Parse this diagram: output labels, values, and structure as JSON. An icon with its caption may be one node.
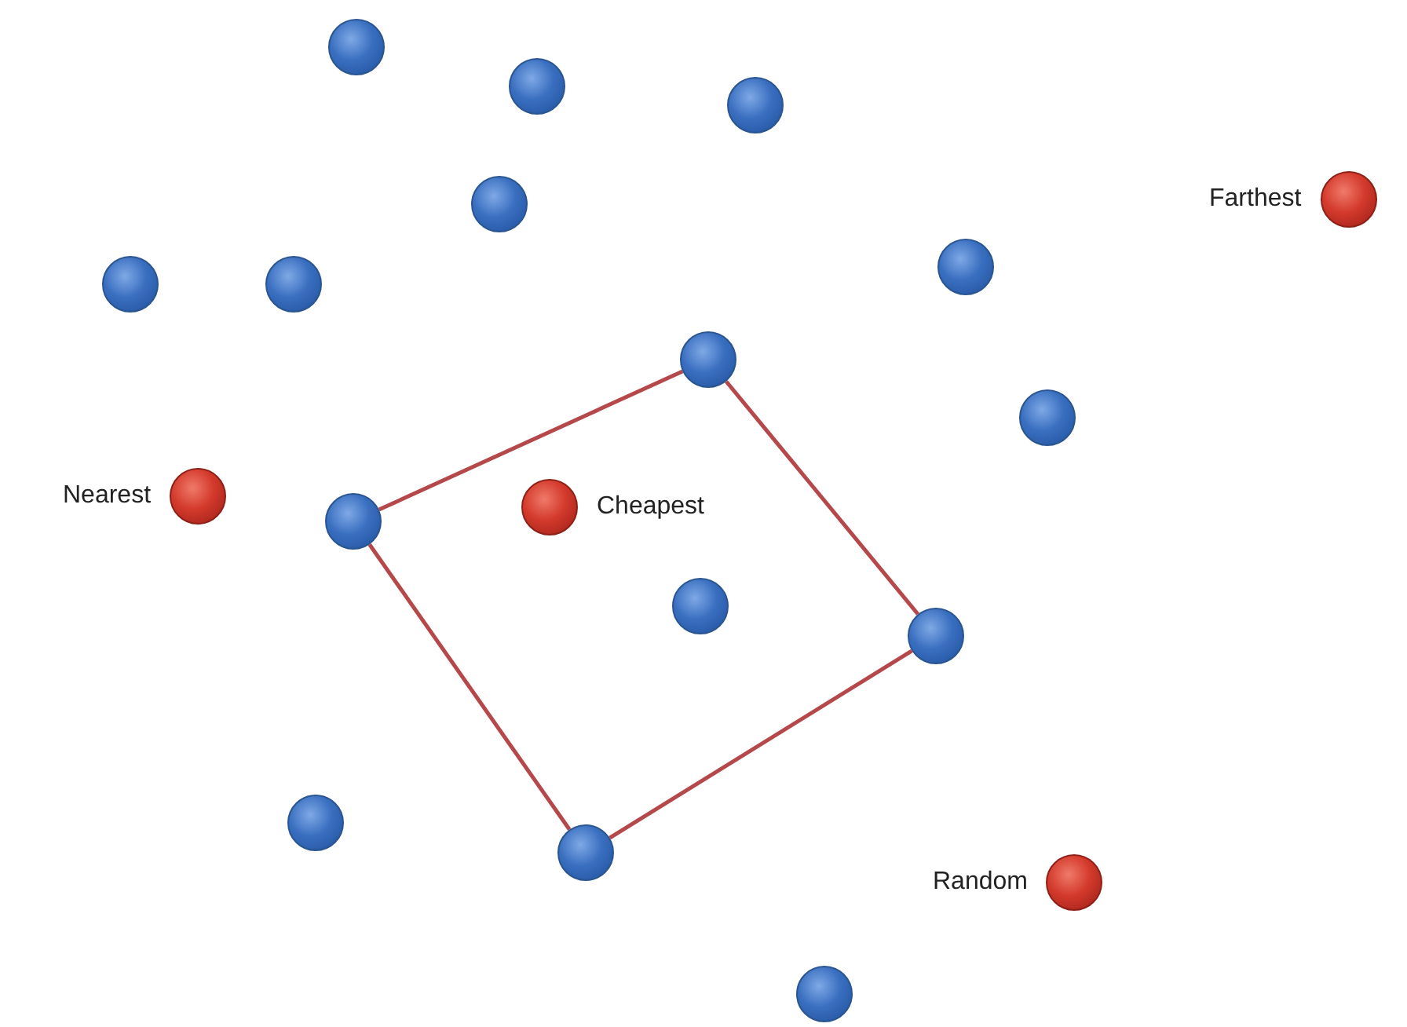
{
  "diagram": {
    "nodes": [
      {
        "text": [],
        "shape": "circle"
      },
      {
        "text": [],
        "shape": "circle"
      },
      {
        "text": [],
        "shape": "circle"
      },
      {
        "text": [],
        "shape": "circle",
        "beside": [
          "Farthest"
        ]
      },
      {
        "text": [],
        "shape": "circle"
      },
      {
        "text": [],
        "shape": "circle"
      },
      {
        "text": [],
        "shape": "circle"
      },
      {
        "text": [],
        "shape": "circle"
      },
      {
        "text": [],
        "shape": "circle"
      },
      {
        "text": [],
        "shape": "circle"
      },
      {
        "text": [],
        "shape": "circle",
        "beside": [
          "Nearest"
        ]
      },
      {
        "text": [],
        "shape": "circle",
        "beside": [
          "Cheapest"
        ]
      },
      {
        "text": [],
        "shape": "circle"
      },
      {
        "text": [],
        "shape": "circle"
      },
      {
        "text": [],
        "shape": "circle"
      },
      {
        "text": [],
        "shape": "circle"
      },
      {
        "text": [],
        "shape": "circle"
      },
      {
        "text": [],
        "shape": "circle",
        "beside": [
          "Random"
        ]
      },
      {
        "text": [],
        "shape": "circle"
      }
    ],
    "edges": [
      {
        "from": 8,
        "to": 14,
        "arrow": "none"
      },
      {
        "from": 14,
        "to": 16,
        "arrow": "none"
      },
      {
        "from": 16,
        "to": 12,
        "arrow": "none"
      },
      {
        "from": 12,
        "to": 8,
        "arrow": "none"
      }
    ]
  }
}
